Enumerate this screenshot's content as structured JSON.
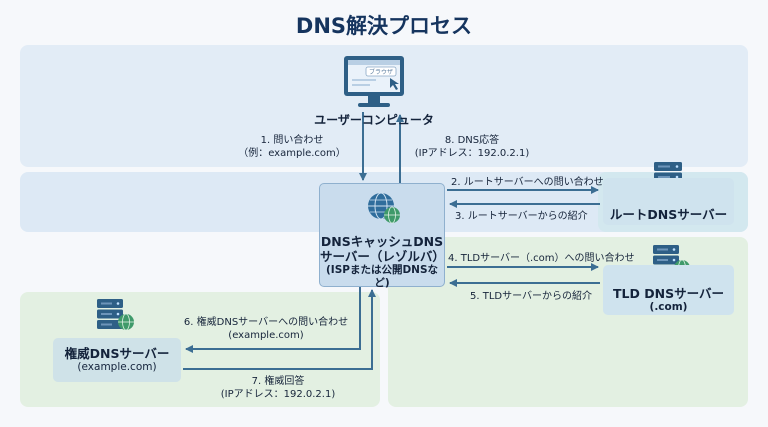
{
  "title": "DNS解決プロセス",
  "nodes": {
    "user_computer": {
      "label": "ユーザーコンピュータ",
      "browser_tab": "ブラウザ"
    },
    "resolver": {
      "line1": "DNSキャッシュDNS",
      "line2": "サーバー（レゾルバ）",
      "line3": "(ISPまたは公開DNSなど)"
    },
    "root": {
      "label": "ルートDNSサーバー"
    },
    "tld": {
      "label": "TLD DNSサーバー",
      "sub": "(.com)"
    },
    "authoritative": {
      "label": "権威DNSサーバー",
      "sub": "(example.com)"
    }
  },
  "steps": [
    {
      "line1": "1. 問い合わせ",
      "line2": "（例：example.com）"
    },
    {
      "line1": "2. ルートサーバーへの問い合わせ"
    },
    {
      "line1": "3. ルートサーバーからの紹介"
    },
    {
      "line1": "4. TLDサーバー（.com）への問い合わせ"
    },
    {
      "line1": "5. TLDサーバーからの紹介"
    },
    {
      "line1": "6. 権威DNSサーバーへの問い合わせ",
      "line2": "(example.com)"
    },
    {
      "line1": "7. 権威回答",
      "line2": "(IPアドレス：192.0.2.1)"
    },
    {
      "line1": "8. DNS応答",
      "line2": "(IPアドレス：192.0.2.1)"
    }
  ],
  "colors": {
    "arrow": "#3c6e93",
    "title": "#15345e",
    "globe": "#2f6d9c",
    "globe_small": "#3f9a6a"
  }
}
